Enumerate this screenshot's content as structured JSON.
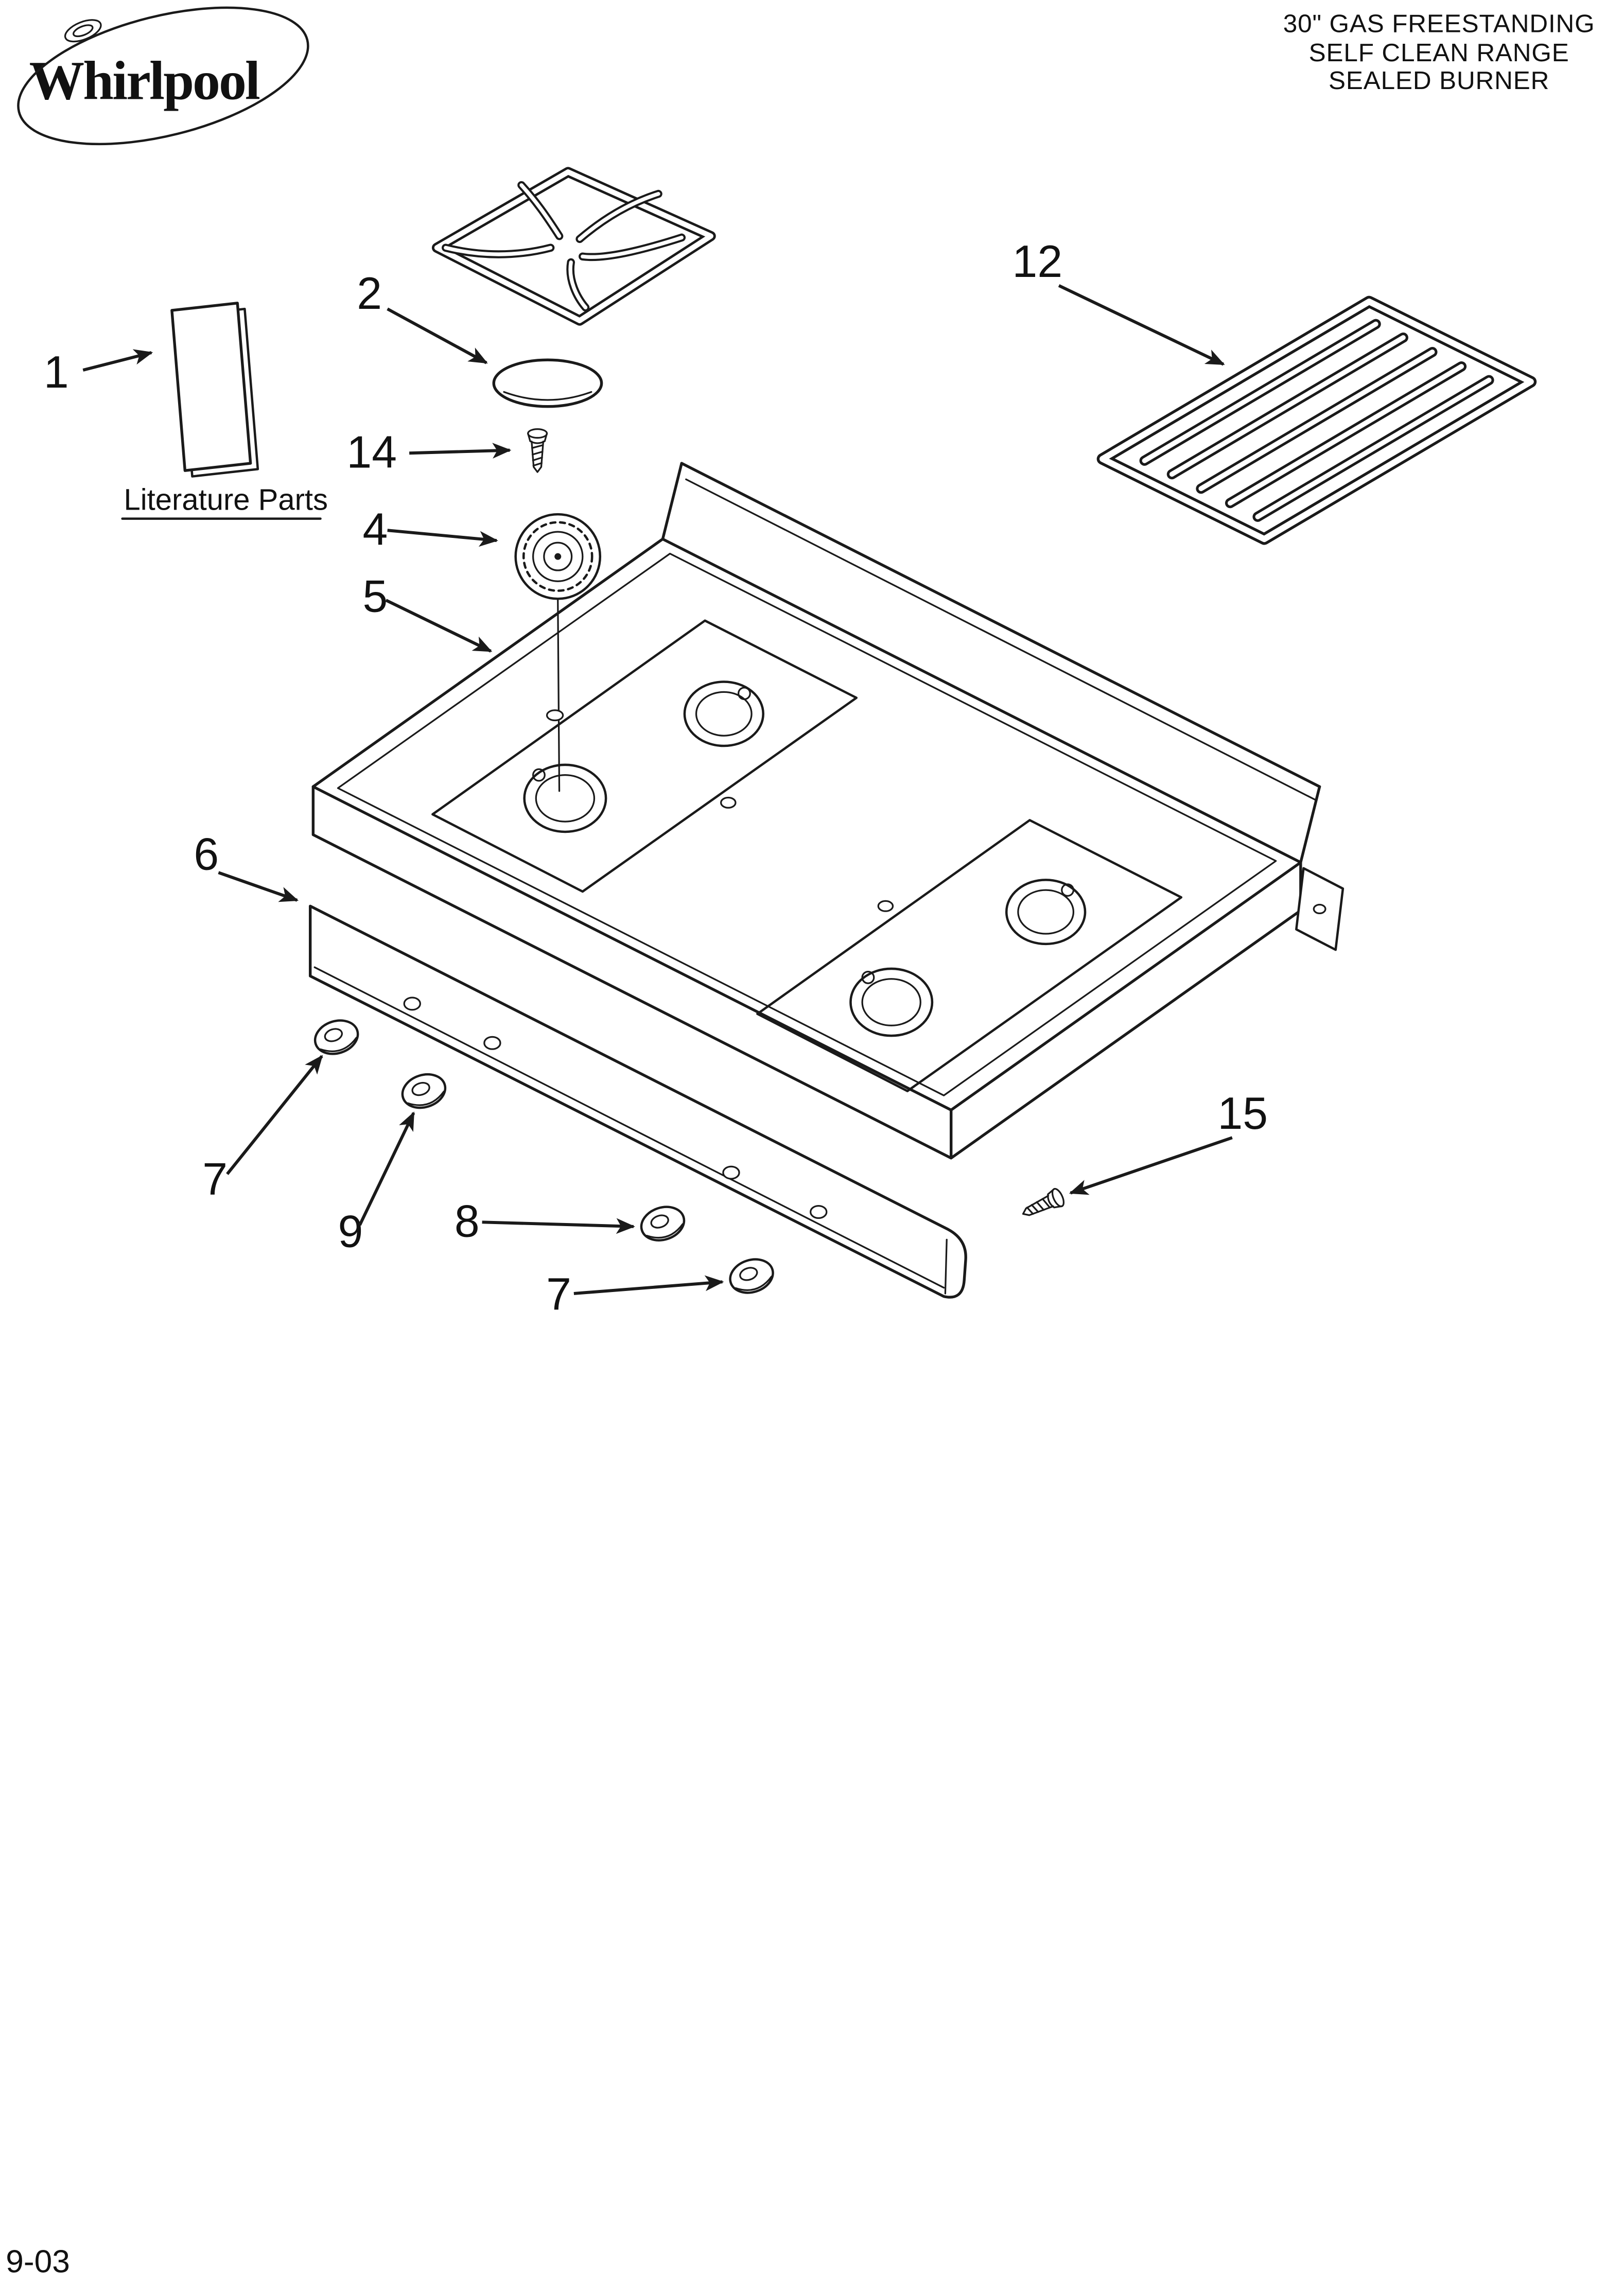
{
  "brand": {
    "name": "Whirlpool"
  },
  "header": {
    "title_line1": "30\" GAS FREESTANDING",
    "title_line2": "SELF CLEAN RANGE",
    "title_line3": "SEALED BURNER"
  },
  "diagram": {
    "literature_label": "Literature Parts",
    "callouts": {
      "c1": "1",
      "c2": "2",
      "c4": "4",
      "c5": "5",
      "c6": "6",
      "c7a": "7",
      "c7b": "7",
      "c8": "8",
      "c9": "9",
      "c12": "12",
      "c14": "14",
      "c15": "15"
    }
  },
  "footer": {
    "revision": "9-03"
  }
}
